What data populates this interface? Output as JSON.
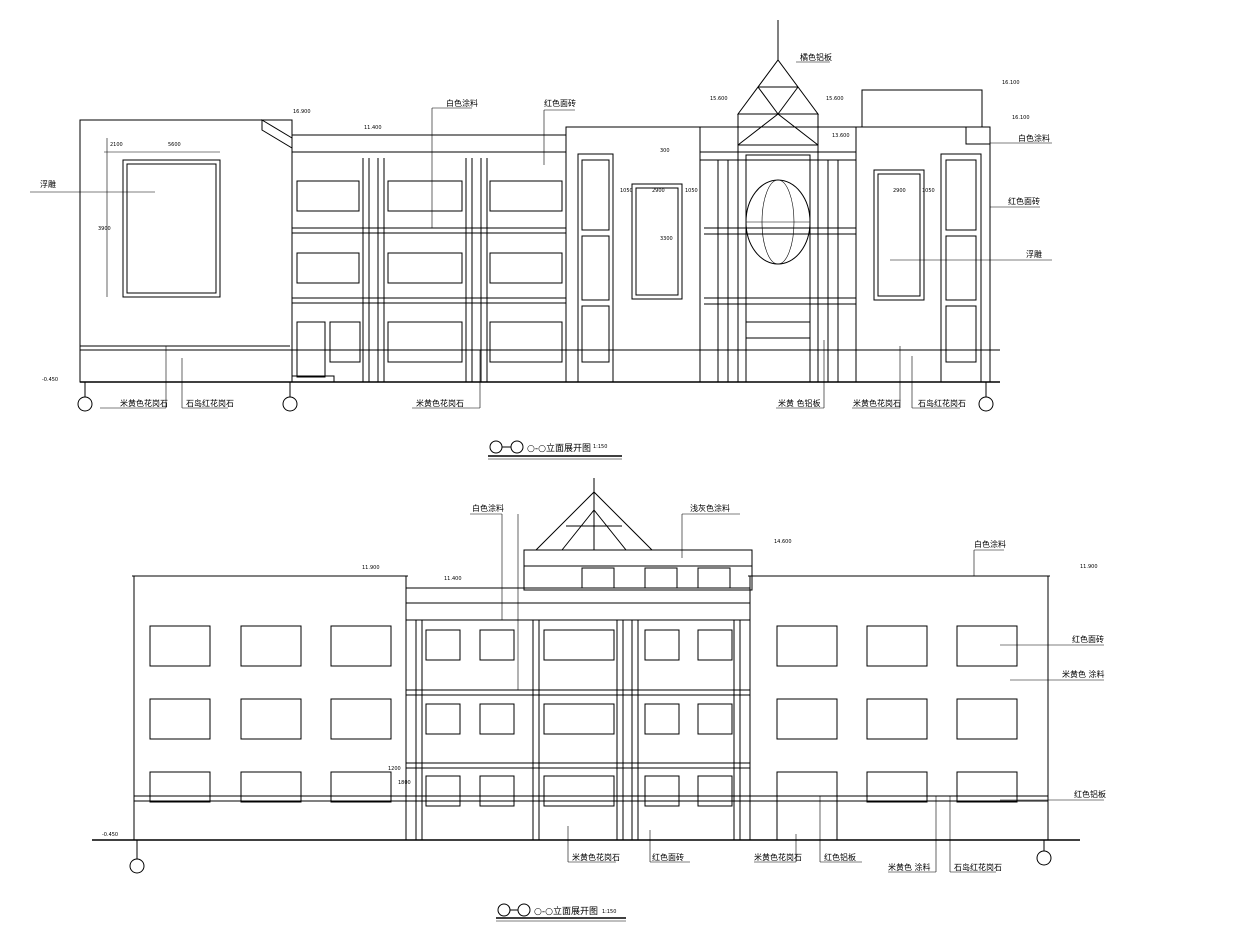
{
  "upper_elevation": {
    "title": "○-○立面展开图",
    "scale": "1:150",
    "level_labels": {
      "ground": "-0.450",
      "roof_left": "16.900",
      "roof_mid": "11.400",
      "tower_left": "15.600",
      "tower_right": "15.600",
      "tower_roof": "13.600",
      "right_top": "16.100",
      "right_mid": "16.100"
    },
    "dims": {
      "w1": "2100",
      "w2": "5600",
      "h1": "3900",
      "p1": "1050",
      "p2": "2900",
      "p3": "1050",
      "p4": "2900",
      "p5": "1050",
      "v1": "300",
      "v2": "3300"
    },
    "labels": {
      "l1": "浮雕",
      "l2": "白色涂料",
      "l3": "红色面砖",
      "l4": "橘色铝板",
      "l5": "白色涂料",
      "l6": "红色面砖",
      "l7": "浮雕",
      "l8": "米黄色花岗石",
      "l9": "石岛红花岗石",
      "l10": "米黄色花岗石",
      "l11": "米黄 色铝板",
      "l12": "米黄色花岗石",
      "l13": "石岛红花岗石"
    }
  },
  "lower_elevation": {
    "title": "○-○立面展开图",
    "scale": "1:150",
    "level_labels": {
      "ground": "-0.450",
      "roof_left": "11.900",
      "roof_mid": "11.400",
      "tower": "14.600",
      "roof_right": "11.900"
    },
    "dims": {
      "a": "1200",
      "b": "1800"
    },
    "labels": {
      "l1": "白色涂料",
      "l2": "浅灰色涂料",
      "l3": "白色涂料",
      "l4": "红色面砖",
      "l5": "米黄色  涂料",
      "l6": "红色铝板",
      "l7": "米黄色花岗石",
      "l8": "红色面砖",
      "l9": "米黄色花岗石",
      "l10": "红色铝板",
      "l11": "米黄色  涂料",
      "l12": "石岛红花岗石"
    }
  }
}
